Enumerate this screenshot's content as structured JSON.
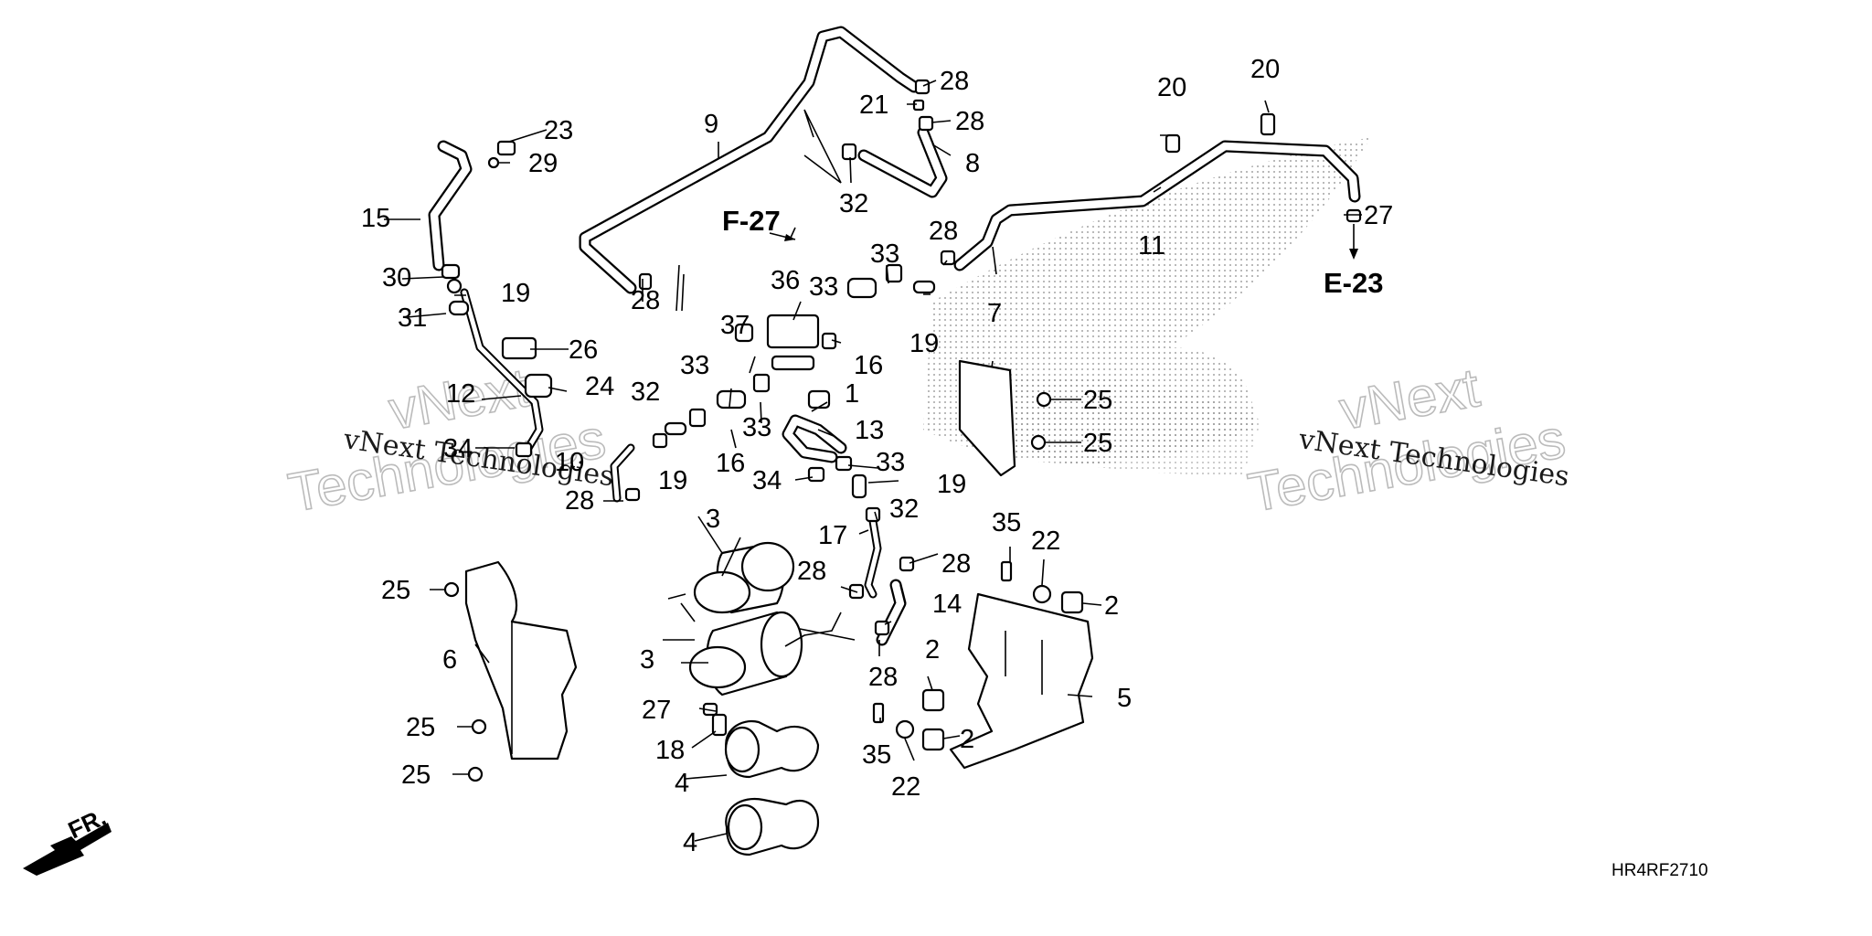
{
  "diagram": {
    "callouts": {
      "c1": "1",
      "c2a": "2",
      "c2b": "2",
      "c2c": "2",
      "c3a": "3",
      "c3b": "3",
      "c4a": "4",
      "c4b": "4",
      "c5": "5",
      "c6": "6",
      "c7": "7",
      "c8": "8",
      "c9": "9",
      "c10": "10",
      "c11": "11",
      "c12": "12",
      "c13": "13",
      "c14": "14",
      "c15": "15",
      "c16a": "16",
      "c16b": "16",
      "c17": "17",
      "c18": "18",
      "c19a": "19",
      "c19b": "19",
      "c19c": "19",
      "c19d": "19",
      "c20a": "20",
      "c20b": "20",
      "c21": "21",
      "c22a": "22",
      "c22b": "22",
      "c23": "23",
      "c24": "24",
      "c25a": "25",
      "c25b": "25",
      "c25c": "25",
      "c25d": "25",
      "c25e": "25",
      "c26": "26",
      "c27a": "27",
      "c27b": "27",
      "c28a": "28",
      "c28b": "28",
      "c28c": "28",
      "c28d": "28",
      "c28e": "28",
      "c28f": "28",
      "c28g": "28",
      "c28h": "28",
      "c29": "29",
      "c30": "30",
      "c31": "31",
      "c32a": "32",
      "c32b": "32",
      "c32c": "32",
      "c33a": "33",
      "c33b": "33",
      "c33c": "33",
      "c33d": "33",
      "c33e": "33",
      "c34a": "34",
      "c34b": "34",
      "c35a": "35",
      "c35b": "35",
      "c36": "36",
      "c37": "37"
    },
    "references": {
      "f27": "F-27",
      "e23": "E-23"
    },
    "direction_label": "FR.",
    "drawing_code": "HR4RF2710"
  },
  "watermark": {
    "small_left": "vNext Technologies",
    "small_right": "vNext Technologies",
    "big_left_1": "vNext",
    "big_left_2": "Technologies",
    "big_right_1": "vNext",
    "big_right_2": "Technologies"
  }
}
